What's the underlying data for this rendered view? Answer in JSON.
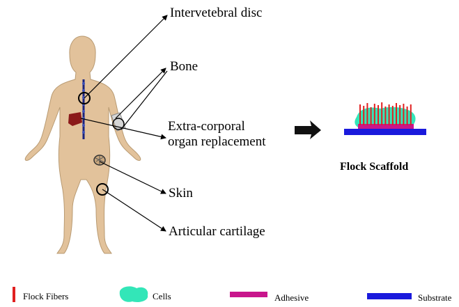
{
  "labels": {
    "intervertebral_disc": "Intervetebral disc",
    "bone": "Bone",
    "extra_corporal_line1": "Extra-corporal",
    "extra_corporal_line2": "organ replacement",
    "skin": "Skin",
    "articular_cartilage": "Articular cartilage"
  },
  "scaffold_title": "Flock Scaffold",
  "legend": [
    {
      "label": "Flock Fibers",
      "color": "#e02020"
    },
    {
      "label": "Cells",
      "color": "#33e6b8"
    },
    {
      "label": "Adhesive",
      "color": "#c8168c"
    },
    {
      "label": "Substrate",
      "color": "#1a1adc"
    }
  ],
  "colors": {
    "skin": "#e2c29b",
    "skin_outline": "#b89a72",
    "spine": "#1a237e",
    "liver": "#8b1a1a",
    "fiber": "#e02020",
    "cells": "#33e6b8",
    "adhesive": "#c8168c",
    "substrate": "#1a1adc"
  }
}
